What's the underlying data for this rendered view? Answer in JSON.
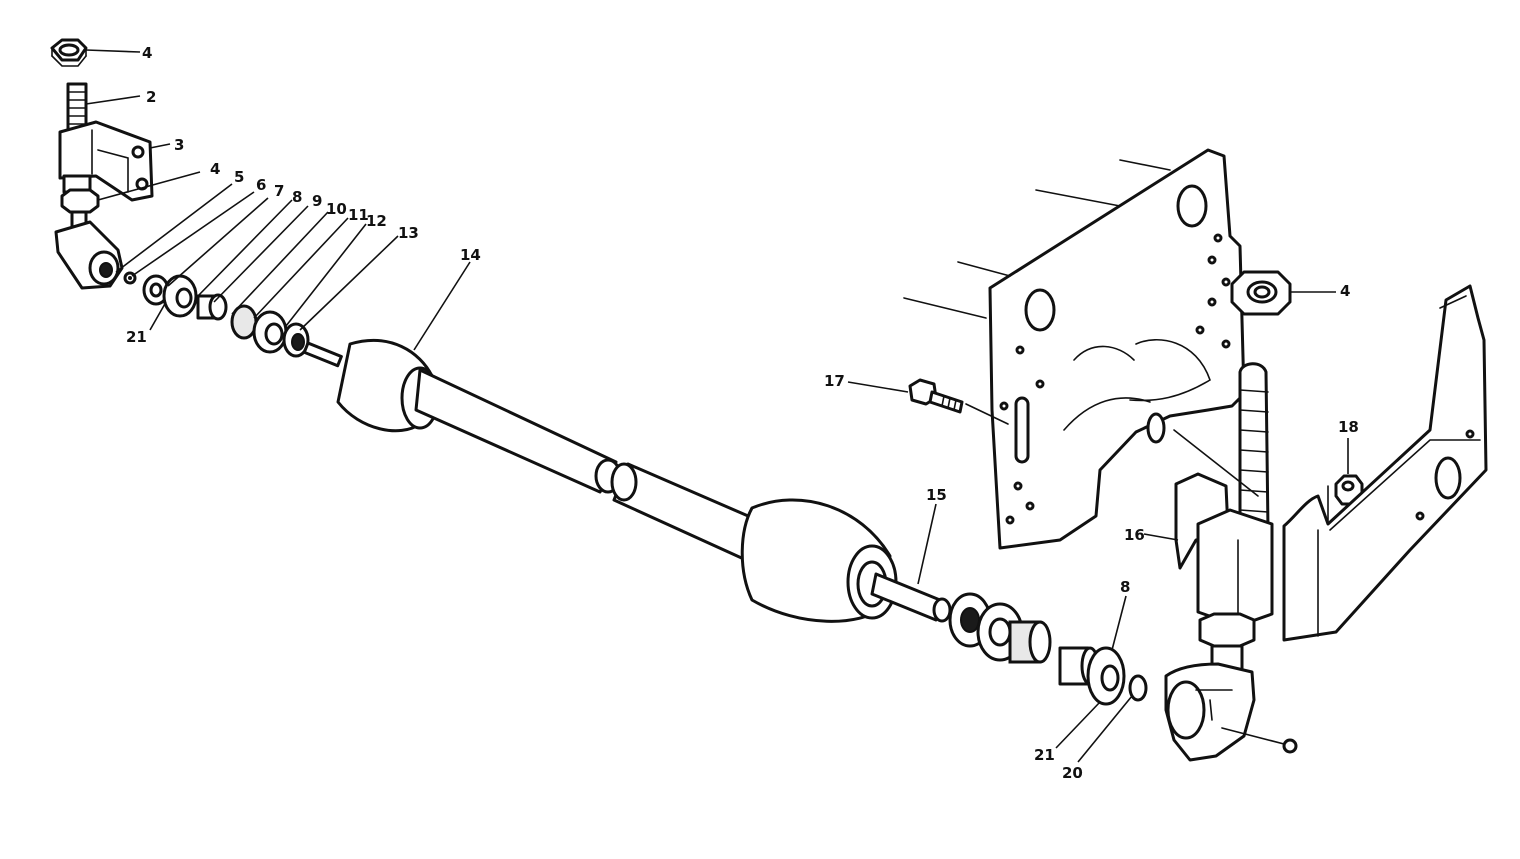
{
  "callouts": {
    "c4_top": "4",
    "c2": "2",
    "c3": "3",
    "c4_mid": "4",
    "c5": "5",
    "c6": "6",
    "c7": "7",
    "c8_top": "8",
    "c9": "9",
    "c10": "10",
    "c11": "11",
    "c12": "12",
    "c13": "13",
    "c14": "14",
    "c21_left": "21",
    "c4_right": "4",
    "c17": "17",
    "c18": "18",
    "c15": "15",
    "c16": "16",
    "c8_bottom": "8",
    "c21_right": "21",
    "c20": "20"
  },
  "colors": {
    "ink": "#111111",
    "paper": "#ffffff",
    "shade": "#e8e8e8"
  }
}
